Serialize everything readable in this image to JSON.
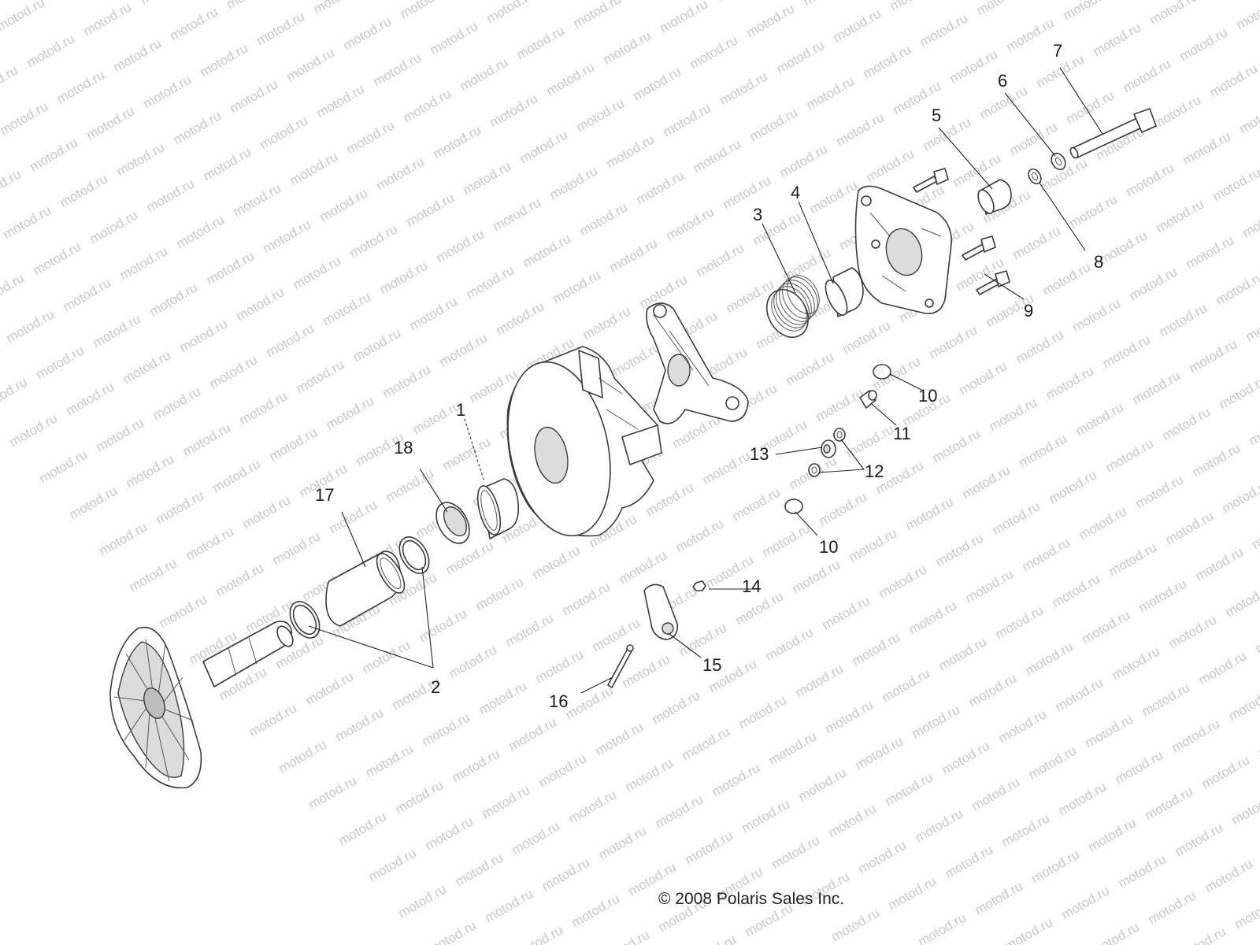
{
  "watermark_text": "motod.ru",
  "copyright": "© 2008 Polaris Sales Inc.",
  "callouts": {
    "c1": "1",
    "c2": "2",
    "c3": "3",
    "c4": "4",
    "c5": "5",
    "c6": "6",
    "c7": "7",
    "c8": "8",
    "c9": "9",
    "c10a": "10",
    "c10b": "10",
    "c11": "11",
    "c12": "12",
    "c13": "13",
    "c14": "14",
    "c15": "15",
    "c16": "16",
    "c17": "17",
    "c18": "18"
  }
}
